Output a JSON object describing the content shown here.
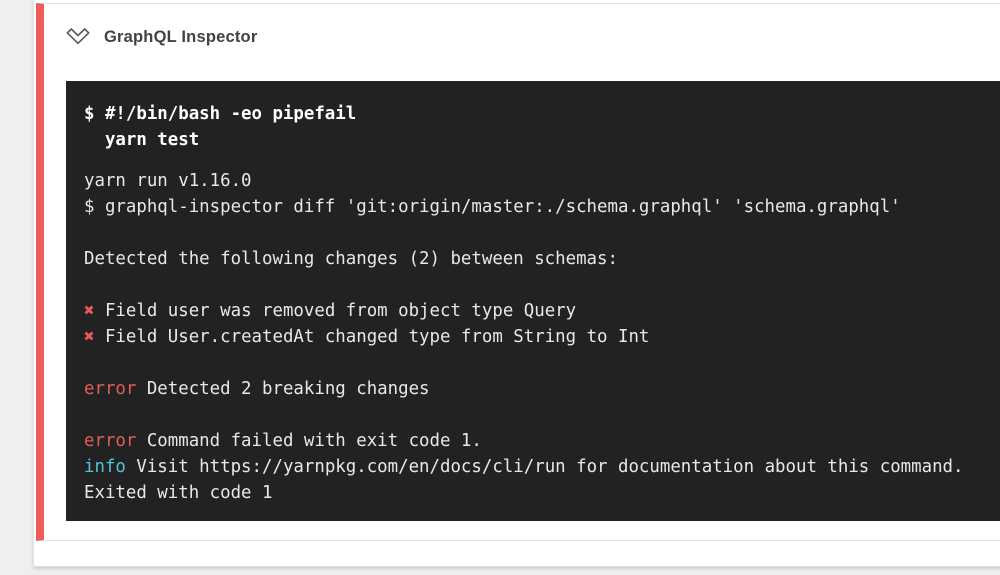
{
  "header": {
    "title": "GraphQL Inspector",
    "icon": "double-chevron-down-icon",
    "status": "failed"
  },
  "colors": {
    "page_bg": "#efefef",
    "card_bg": "#ffffff",
    "divider": "#e4e4e4",
    "accent_red": "#ee5c5c",
    "title_text": "#424242",
    "terminal_bg": "#222222",
    "terminal_text": "#e8e8e8",
    "command_text": "#ffffff",
    "error_red": "#e25c58",
    "info_cyan": "#4fc4d6"
  },
  "terminal": {
    "command_lines": [
      "$ #!/bin/bash -eo pipefail",
      "  yarn test"
    ],
    "lines": [
      {
        "parts": [
          {
            "t": "yarn run v1.16.0"
          }
        ]
      },
      {
        "parts": [
          {
            "t": "$ graphql-inspector diff 'git:origin/master:./schema.graphql' 'schema.graphql'"
          }
        ]
      },
      {
        "parts": []
      },
      {
        "parts": [
          {
            "t": "Detected the following changes (2) between schemas:"
          }
        ]
      },
      {
        "parts": []
      },
      {
        "parts": [
          {
            "t": "✖",
            "c": "error",
            "n": "breaking-change-cross-icon"
          },
          {
            "t": " Field user was removed from object type Query"
          }
        ]
      },
      {
        "parts": [
          {
            "t": "✖",
            "c": "error",
            "n": "breaking-change-cross-icon"
          },
          {
            "t": " Field User.createdAt changed type from String to Int"
          }
        ]
      },
      {
        "parts": []
      },
      {
        "parts": [
          {
            "t": "error",
            "c": "error",
            "n": "error-label"
          },
          {
            "t": " Detected 2 breaking changes"
          }
        ]
      },
      {
        "parts": []
      },
      {
        "parts": [
          {
            "t": "error",
            "c": "error",
            "n": "error-label"
          },
          {
            "t": " Command failed with exit code 1."
          }
        ]
      },
      {
        "parts": [
          {
            "t": "info",
            "c": "info",
            "n": "info-label"
          },
          {
            "t": " Visit https://yarnpkg.com/en/docs/cli/run for documentation about this command."
          }
        ]
      },
      {
        "parts": [
          {
            "t": "Exited with code 1"
          }
        ]
      }
    ]
  }
}
